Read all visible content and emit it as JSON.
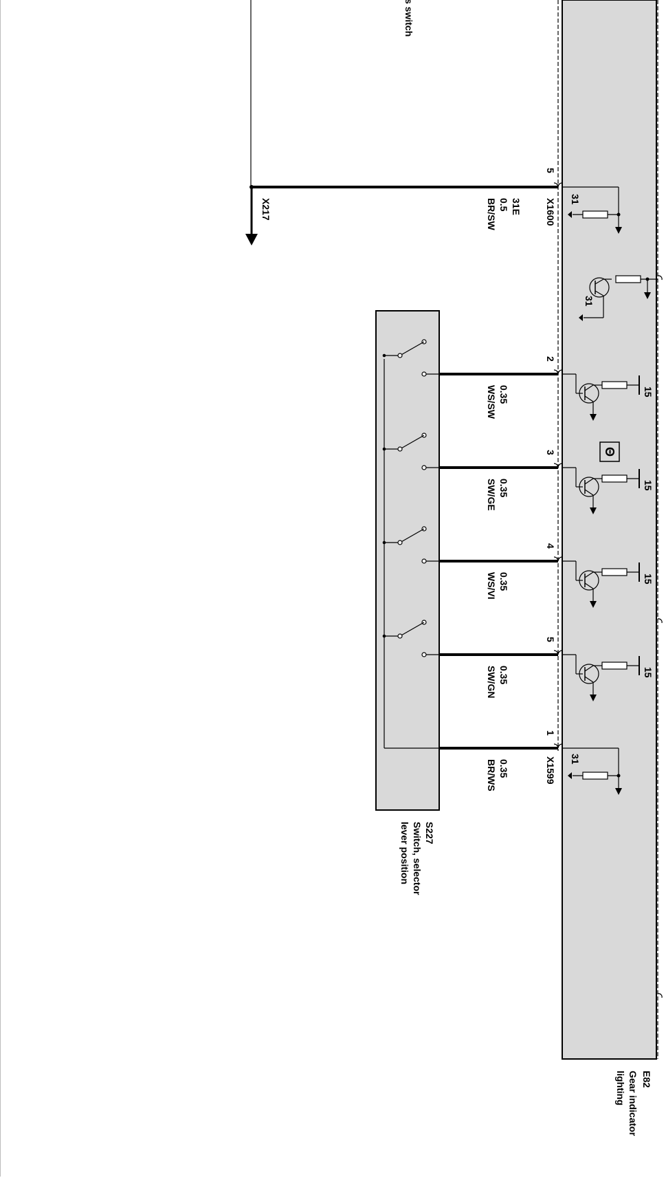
{
  "modules": {
    "e82": {
      "ref": "E82",
      "name_line1": "Gear indicator",
      "name_line2": "lighting",
      "internal_symbol": "Θ"
    },
    "s227": {
      "ref": "S227",
      "name_line1": "Switch, selector",
      "name_line2": "lever position"
    }
  },
  "edge_text": {
    "partial_label": "s switch"
  },
  "connectors": {
    "x1600": {
      "id": "X1600",
      "pin": "5",
      "terminal": "31E",
      "gauge": "0.5",
      "color": "BR/SW"
    },
    "x1599": {
      "id": "X1599"
    },
    "x217": {
      "id": "X217"
    }
  },
  "terminals": {
    "ground": "31",
    "ignition": "15"
  },
  "wires": [
    {
      "pin": "2",
      "gauge": "0.35",
      "color": "WS/SW"
    },
    {
      "pin": "3",
      "gauge": "0.35",
      "color": "SW/GE"
    },
    {
      "pin": "4",
      "gauge": "0.35",
      "color": "WS/VI"
    },
    {
      "pin": "5",
      "gauge": "0.35",
      "color": "SW/GN"
    },
    {
      "pin": "1",
      "gauge": "0.35",
      "color": "BR/WS"
    }
  ],
  "colors": {
    "module_fill": "#d9d9d9",
    "line": "#000000"
  }
}
